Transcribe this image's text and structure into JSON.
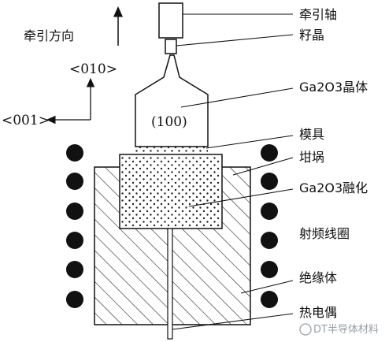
{
  "labels": {
    "pull_rod": "牵引轴",
    "seed": "籽晶",
    "crystal": "Ga2O3晶体",
    "die": "模具",
    "crucible": "坩埚",
    "melt": "Ga2O3融化",
    "rf_coil": "射频线圈",
    "insulation": "绝缘体",
    "thermocouple": "热电偶"
  },
  "direction_label": "牵引方向",
  "orientation": {
    "axis_010": "<010>",
    "axis_001": "<001>",
    "face": "(100)"
  },
  "watermark": "DT半导体材料"
}
